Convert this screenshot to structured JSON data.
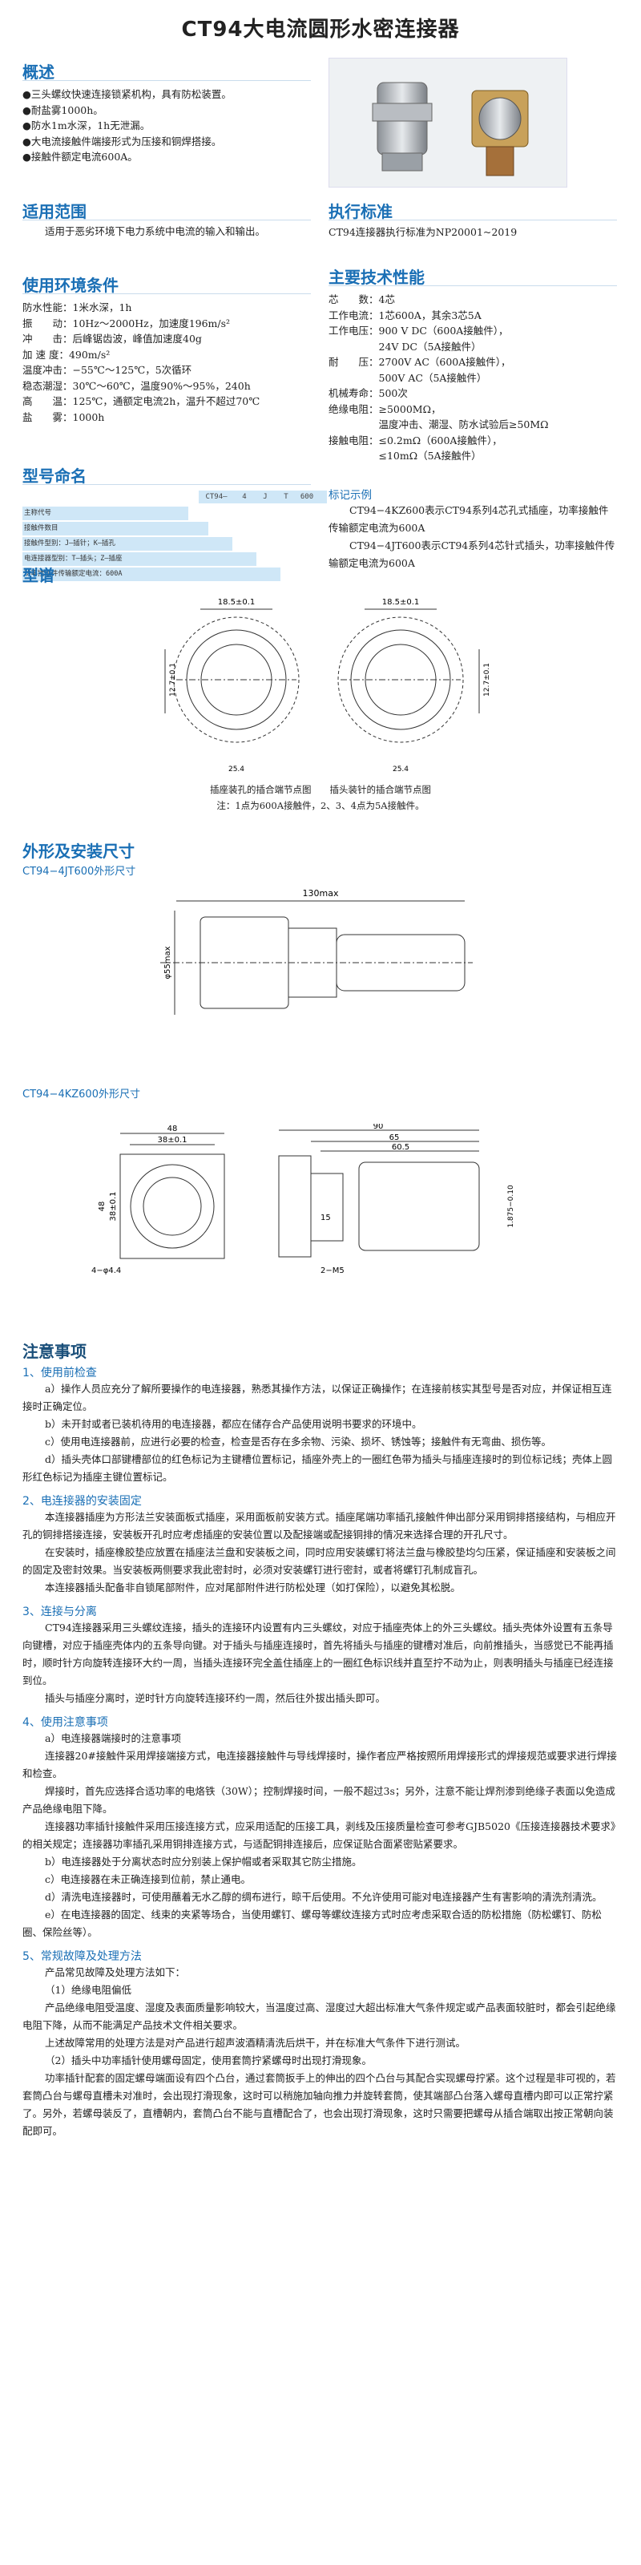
{
  "title": "CT94大电流圆形水密连接器",
  "overview": {
    "heading": "概述",
    "items": [
      "●三头螺纹快速连接锁紧机构，具有防松装置。",
      "●耐盐雾1000h。",
      "●防水1m水深，1h无泄漏。",
      "●大电流接触件端接形式为压接和铜焊搭接。",
      "●接触件额定电流600A。"
    ]
  },
  "scope": {
    "heading": "适用范围",
    "text": "适用于恶劣环境下电力系统中电流的输入和输出。"
  },
  "standard": {
    "heading": "执行标准",
    "text": "CT94连接器执行标准为NP20001~2019"
  },
  "env": {
    "heading": "使用环境条件",
    "items": [
      "防水性能：1米水深，1h",
      "振　　动：10Hz～2000Hz，加速度196m/s²",
      "冲　　击：后峰锯齿波，峰值加速度40g",
      "加 速 度：490m/s²",
      "温度冲击：−55℃～125℃，5次循环",
      "稳态潮湿：30℃～60℃，温度90%～95%，240h",
      "高　　温：125℃，通额定电流2h，温升不超过70℃",
      "盐　　雾：1000h"
    ]
  },
  "specs": {
    "heading": "主要技术性能",
    "items": [
      "芯　　数：4芯",
      "工作电流：1芯600A，其余3芯5A",
      "工作电压：900 V DC（600A接触件），",
      "　　　　　24V DC（5A接触件）",
      "耐　　压：2700V AC（600A接触件），",
      "　　　　　500V AC（5A接触件）",
      "机械寿命：500次",
      "绝缘电阻：≥5000MΩ，",
      "　　　　　温度冲击、潮湿、防水试验后≥50MΩ",
      "接触电阻：≤0.2mΩ（600A接触件），",
      "　　　　　≤10mΩ（5A接触件）"
    ]
  },
  "model": {
    "heading": "型号命名",
    "code": [
      "CT94—",
      "4",
      "J",
      "T",
      "600"
    ],
    "rows": [
      "主称代号",
      "接触件数目",
      "接触件型别：J—插针；K—插孔",
      "电连接器型别：T—插头；Z—插座",
      "功率接触件传输额定电流：600A"
    ]
  },
  "example": {
    "heading": "标记示例",
    "lines": [
      "CT94−4KZ600表示CT94系列4芯孔式插座，功率接触件传输额定电流为600A",
      "CT94−4JT600表示CT94系列4芯针式插头，功率接触件传输额定电流为600A"
    ]
  },
  "pattern": {
    "heading": "型谱",
    "cap1": "插座装孔的插合端节点图　　插头装针的插合端节点图",
    "cap2": "注：1点为600A接触件，2、3、4点为5A接触件。",
    "dims": [
      "18.5±0.1",
      "18.5±0.1",
      "12.7±0.1",
      "12.7±0.1",
      "25.4",
      "25.4"
    ]
  },
  "outline": {
    "heading": "外形及安装尺寸",
    "sub1": "CT94−4JT600外形尺寸",
    "sub2": "CT94−4KZ600外形尺寸",
    "dim_130": "130max",
    "dim_55": "φ55max",
    "dims2": [
      "48",
      "38±0.1",
      "90",
      "65",
      "60.5",
      "15",
      "38±0.1",
      "48",
      "2−M5",
      "4−φ4.4",
      "1.875−0.10"
    ]
  },
  "notes": {
    "heading": "注意事项",
    "s1": {
      "title": "1、使用前检查",
      "paras": [
        "a）操作人员应充分了解所要操作的电连接器，熟悉其操作方法，以保证正确操作；在连接前核实其型号是否对应，并保证相互连接时正确定位。",
        "b）未开封或者已装机待用的电连接器，都应在储存合产品使用说明书要求的环境中。",
        "c）使用电连接器前，应进行必要的检查，检查是否存在多余物、污染、损坏、锈蚀等；接触件有无弯曲、损伤等。",
        "d）插头壳体口部键槽部位的红色标记为主键槽位置标记，插座外壳上的一圈红色带为插头与插座连接时的到位标记线；壳体上圆形红色标记为插座主键位置标记。"
      ]
    },
    "s2": {
      "title": "2、电连接器的安装固定",
      "paras": [
        "本连接器插座为方形法兰安装面板式插座，采用面板前安装方式。插座尾端功率插孔接触件伸出部分采用铜排搭接结构，与相应开孔的铜排搭接连接，安装板开孔时应考虑插座的安装位置以及配接端或配接铜排的情况来选择合理的开孔尺寸。",
        "在安装时，插座橡胶垫应放置在插座法兰盘和安装板之间，同时应用安装螺钉将法兰盘与橡胶垫均匀压紧，保证插座和安装板之间的固定及密封效果。当安装板两侧要求我此密封时，必须对安装螺钉进行密封，或者将螺钉孔制成盲孔。",
        "本连接器插头配备非自锁尾部附件，应对尾部附件进行防松处理（如打保险），以避免其松脱。"
      ]
    },
    "s3": {
      "title": "3、连接与分离",
      "paras": [
        "CT94连接器采用三头螺纹连接，插头的连接环内设置有内三头螺纹，对应于插座壳体上的外三头螺纹。插头壳体外设置有五条导向键槽，对应于插座壳体内的五条导向键。对于插头与插座连接时，首先将插头与插座的键槽对准后，向前推插头，当感觉已不能再插时，顺时针方向旋转连接环大约一周，当插头连接环完全盖住插座上的一圈红色标识线并直至拧不动为止，则表明插头与插座已经连接到位。",
        "插头与插座分离时，逆时针方向旋转连接环约一周，然后往外拔出插头即可。"
      ]
    },
    "s4": {
      "title": "4、使用注意事项",
      "paras": [
        "a）电连接器端接时的注意事项",
        "连接器20#接触件采用焊接端接方式，电连接器接触件与导线焊接时，操作者应严格按照所用焊接形式的焊接规范或要求进行焊接和检查。",
        "焊接时，首先应选择合适功率的电烙铁（30W）；控制焊接时间，一般不超过3s；另外，注意不能让焊剂渗到绝缘子表面以免造成产品绝缘电阻下降。",
        "连接器功率插针接触件采用压接连接方式，应采用适配的压接工具，剥线及压接质量检查可参考GJB5020《压接连接器技术要求》的相关规定；连接器功率插孔采用铜排连接方式，与适配铜排连接后，应保证贴合面紧密贴紧要求。",
        "b）电连接器处于分离状态时应分别装上保护帽或者采取其它防尘措施。",
        "c）电连接器在未正确连接到位前，禁止通电。",
        "d）清洗电连接器时，可使用蘸着无水乙醇的绸布进行，晾干后使用。不允许使用可能对电连接器产生有害影响的清洗剂清洗。",
        "e）在电连接器的固定、线束的夹紧等场合，当使用螺钉、螺母等螺纹连接方式时应考虑采取合适的防松措施（防松螺钉、防松圈、保险丝等）。"
      ]
    },
    "s5": {
      "title": "5、常规故障及处理方法",
      "paras": [
        "产品常见故障及处理方法如下：",
        "（1）绝缘电阻偏低",
        "产品绝缘电阻受温度、湿度及表面质量影响较大，当温度过高、湿度过大超出标准大气条件规定或产品表面较脏时，都会引起绝缘电阻下降，从而不能满足产品技术文件相关要求。",
        "上述故障常用的处理方法是对产品进行超声波酒精清洗后烘干，并在标准大气条件下进行测试。",
        "（2）插头中功率插针使用螺母固定，使用套筒拧紧螺母时出现打滑现象。",
        "功率插针配套的固定螺母端面设有四个凸台，通过套筒扳手上的伸出的四个凸台与其配合实现螺母拧紧。这个过程是非可视的，若套筒凸台与螺母直槽未对准时，会出现打滑现象，这时可以稍施加轴向推力并旋转套筒，使其端部凸台落入螺母直槽内即可以正常拧紧了。另外，若螺母装反了，直槽朝内，套筒凸台不能与直槽配合了，也会出现打滑现象，这时只需要把螺母从插合端取出按正常朝向装配即可。"
      ]
    }
  },
  "colors": {
    "heading_blue": "#1a6fb5",
    "table_fill": "#cfe7f7",
    "notes_dark": "#1a4f7a"
  }
}
